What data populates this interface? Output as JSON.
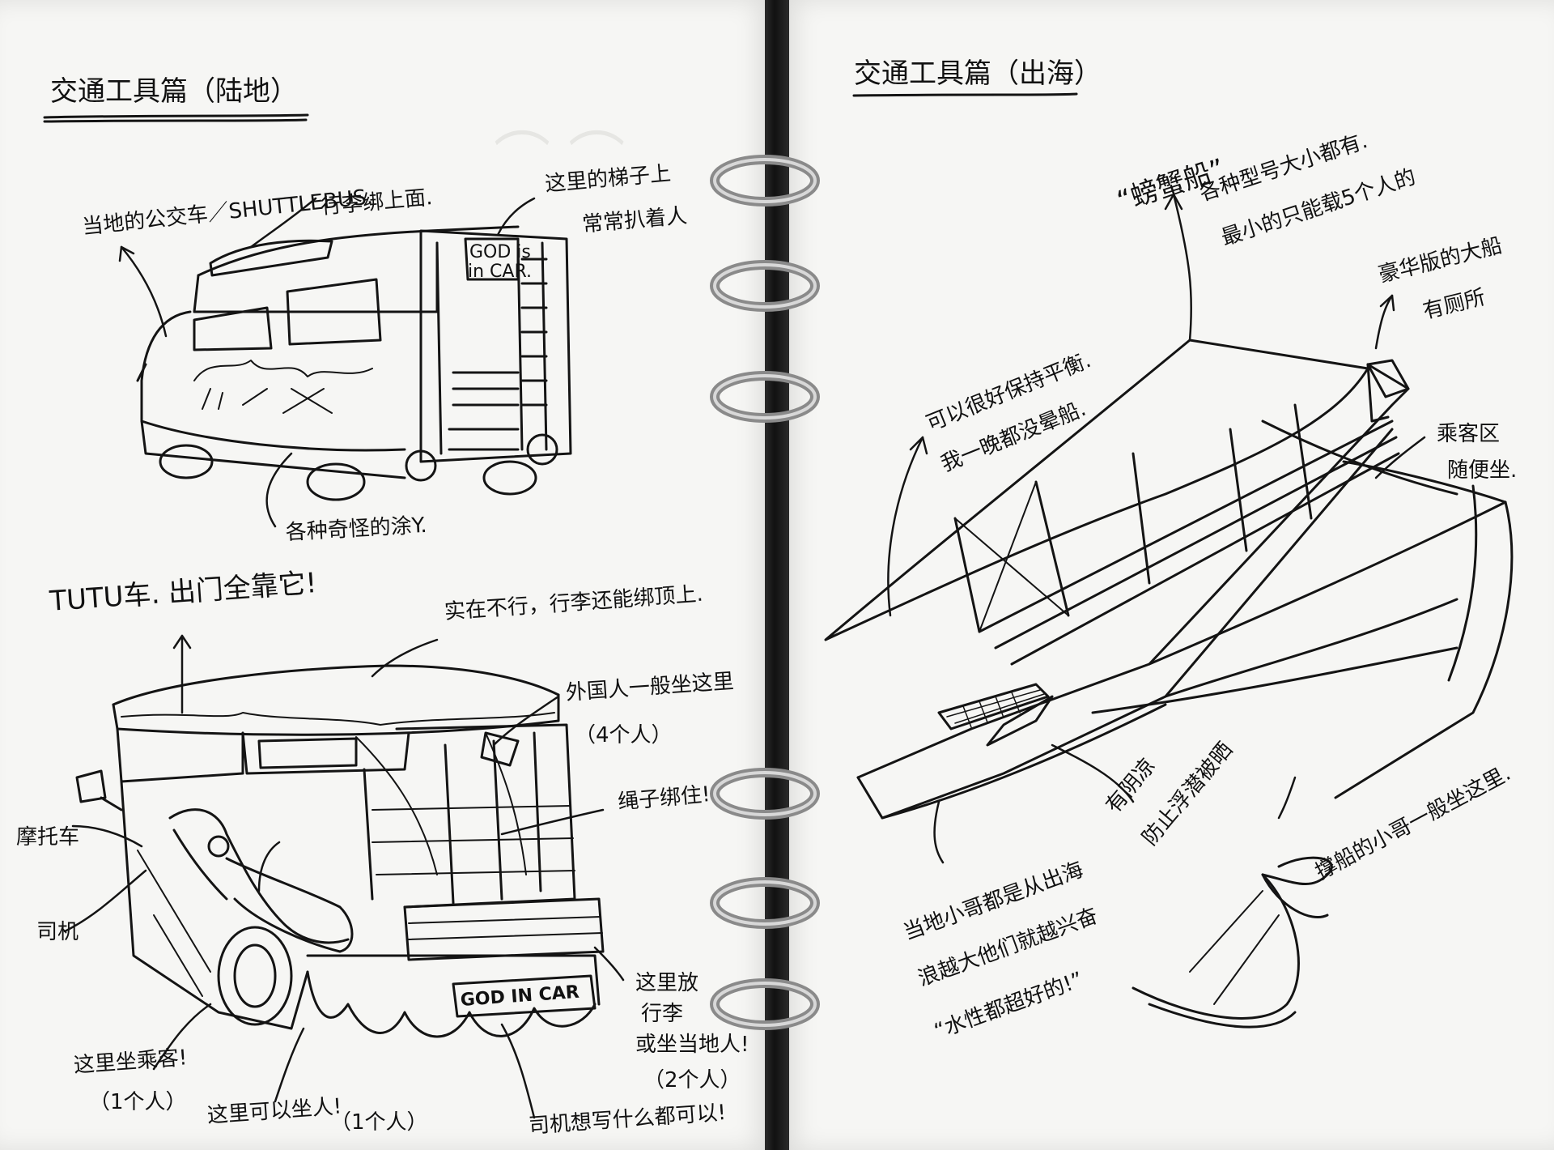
{
  "left_page": {
    "title": "交通工具篇（陆地）",
    "bus_section": {
      "label_bus": "当地的公交车／SHUTTLEBUS.",
      "label_luggage_top": "行李绑上面.",
      "label_ladder_1": "这里的梯子上",
      "label_ladder_2": "常常扒着人",
      "bus_sign_1": "GOD is",
      "bus_sign_2": "in CAR.",
      "label_graffiti": "各种奇怪的涂Y."
    },
    "tutu_section": {
      "label_tutu": "TUTU车. 出门全靠它!",
      "label_roof": "实在不行，行李还能绑顶上.",
      "label_foreigners": "外国人一般坐这里",
      "count_foreigners": "（4个人）",
      "label_rope": "绳子绑住!",
      "label_motorbike": "摩托车",
      "label_driver": "司机",
      "label_luggage_1": "这里放",
      "label_luggage_2": "行李",
      "label_luggage_3": "或坐当地人!",
      "count_luggage": "（2个人）",
      "label_passenger_seat": "这里坐乘客!",
      "count_passenger": "（1个人）",
      "label_sit_here": "这里可以坐人!",
      "count_sit_here": "（1个人）",
      "car_sign": "GOD IN CAR",
      "label_driver_write": "司机想写什么都可以!"
    }
  },
  "right_page": {
    "title": "交通工具篇（出海）",
    "boat_section": {
      "label_boat_name": "“螃蟹船”",
      "label_sizes": "各种型号大小都有.",
      "label_capacity": "最小的只能载5个人的",
      "label_luxury_1": "豪华版的大船",
      "label_luxury_2": "有厕所",
      "label_balance_1": "可以很好保持平衡.",
      "label_balance_2": "我一晚都没晕船.",
      "label_passenger_area_1": "乘客区",
      "label_passenger_area_2": "随便坐.",
      "label_shade_1": "有阴凉",
      "label_shade_2": "防止浮潜被晒",
      "label_rowing": "撑船的小哥一般坐这里.",
      "label_locals_1": "当地小哥都是从出海",
      "label_locals_2": "浪越大他们就越兴奋",
      "label_quote": "“水性都超好的!”"
    }
  }
}
